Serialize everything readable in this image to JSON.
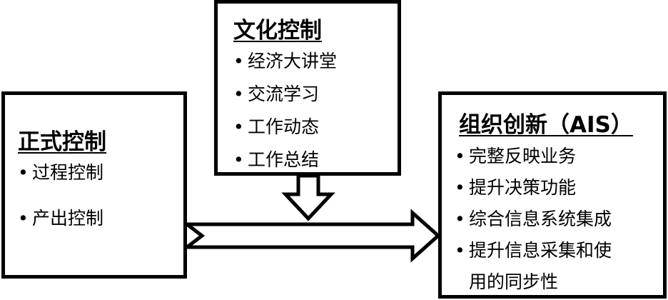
{
  "formal_control": {
    "title": "正式控制",
    "items": [
      "过程控制",
      "产出控制"
    ]
  },
  "cultural_control": {
    "title": "文化控制",
    "items": [
      "经济大讲堂",
      "交流学习",
      "工作动态",
      "工作总结"
    ]
  },
  "organizational_innovation": {
    "title": "组织创新（AIS）",
    "items": [
      "完整反映业务",
      "提升决策功能",
      "综合信息系统集成",
      "提升信息采集和使",
      "用的同步性"
    ]
  },
  "bullet": "•"
}
